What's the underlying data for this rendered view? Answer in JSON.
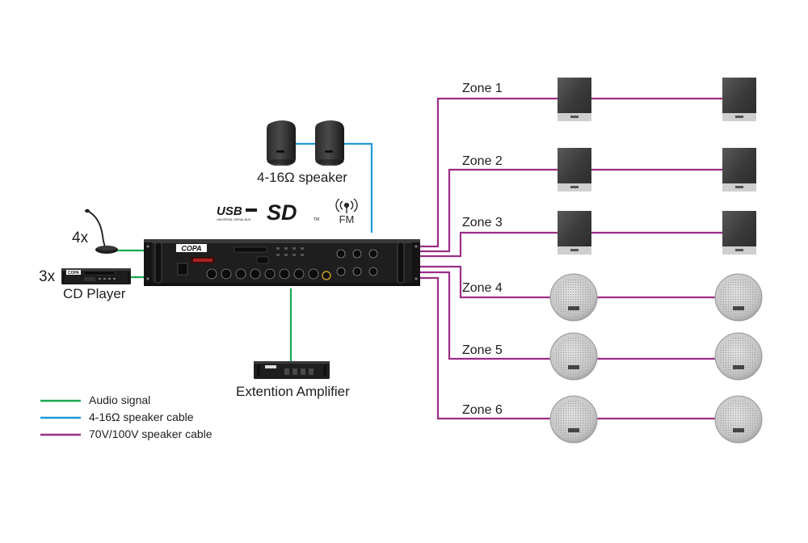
{
  "colors": {
    "audio_signal": "#1aa84f",
    "speaker_cable_4_16": "#1f9ad6",
    "speaker_cable_70v": "#9b2d86",
    "device_body": "#1f1f1f"
  },
  "devices": {
    "amplifier": {
      "brand": "COPA"
    },
    "microphone": {
      "count_label": "4x"
    },
    "cd_player": {
      "count_label": "3x",
      "label": "CD Player",
      "brand": "COPA"
    },
    "low_impedance_speakers": {
      "label": "4-16Ω speaker"
    },
    "extension_amplifier": {
      "label": "Extention Amplifier"
    },
    "media_logos": {
      "usb": "USB",
      "usb_sub": "UNIVERSAL SERIAL BUS",
      "sd": "SD",
      "tm": "TM",
      "fm": "FM"
    }
  },
  "zones": [
    {
      "label": "Zone 1",
      "speaker_type": "wall-speaker"
    },
    {
      "label": "Zone 2",
      "speaker_type": "wall-speaker"
    },
    {
      "label": "Zone 3",
      "speaker_type": "wall-speaker"
    },
    {
      "label": "Zone 4",
      "speaker_type": "ceiling-speaker"
    },
    {
      "label": "Zone 5",
      "speaker_type": "ceiling-speaker"
    },
    {
      "label": "Zone 6",
      "speaker_type": "ceiling-speaker"
    }
  ],
  "legend": [
    {
      "label": "Audio signal",
      "color": "#1aa84f"
    },
    {
      "label": "4-16Ω speaker cable",
      "color": "#1f9ad6"
    },
    {
      "label": "70V/100V speaker cable",
      "color": "#9b2d86"
    }
  ]
}
